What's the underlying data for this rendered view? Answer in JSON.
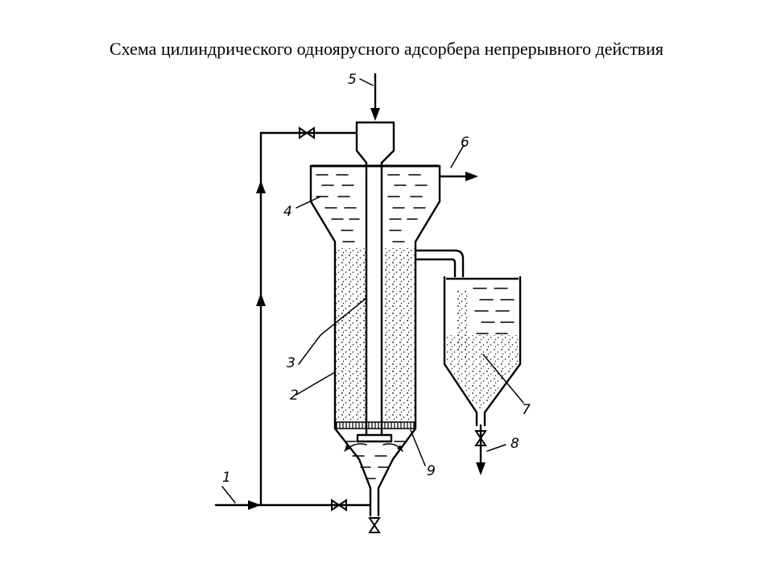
{
  "title": "Схема цилиндрического одноярусного адсорбера непрерывного действия",
  "labels": [
    {
      "id": "l1",
      "text": "1"
    },
    {
      "id": "l2",
      "text": "2"
    },
    {
      "id": "l3",
      "text": "3"
    },
    {
      "id": "l4",
      "text": "4"
    },
    {
      "id": "l5",
      "text": "5"
    },
    {
      "id": "l6",
      "text": "6"
    },
    {
      "id": "l7",
      "text": "7"
    },
    {
      "id": "l8",
      "text": "8"
    },
    {
      "id": "l9",
      "text": "9"
    }
  ]
}
